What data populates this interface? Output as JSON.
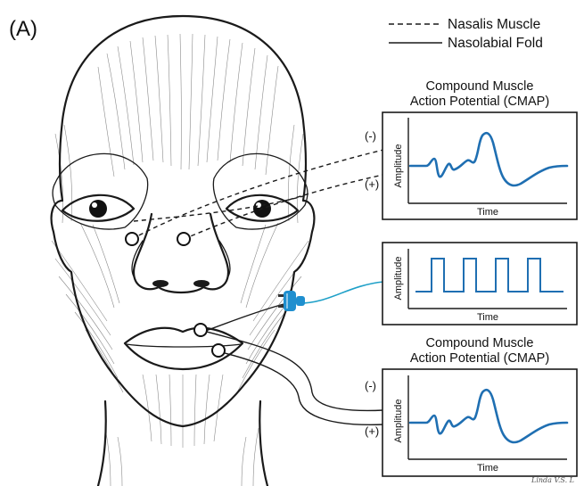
{
  "panel_label": "(A)",
  "legend": [
    {
      "label": "Nasalis Muscle",
      "style": "dashed"
    },
    {
      "label": "Nasolabial Fold",
      "style": "solid"
    }
  ],
  "plots": {
    "cmap_top": {
      "title_line1": "Compound Muscle",
      "title_line2": "Action Potential (CMAP)",
      "xlabel": "Time",
      "ylabel": "Amplitude",
      "polarity_neg": "(-)",
      "polarity_pos": "(+)"
    },
    "stimulus": {
      "xlabel": "Time",
      "ylabel": "Amplitude"
    },
    "cmap_bottom": {
      "title_line1": "Compound Muscle",
      "title_line2": "Action Potential (CMAP)",
      "xlabel": "Time",
      "ylabel": "Amplitude",
      "polarity_neg": "(-)",
      "polarity_pos": "(+)"
    }
  },
  "signature": "Linda V.S. L",
  "colors": {
    "trace": "#1f6fb2",
    "cable": "#1fa0c8",
    "plug": "#1f8fcf",
    "line": "#1a1a1a"
  },
  "icons": [
    "face-illustration",
    "electrode-marker",
    "stimulator-plug-icon"
  ]
}
